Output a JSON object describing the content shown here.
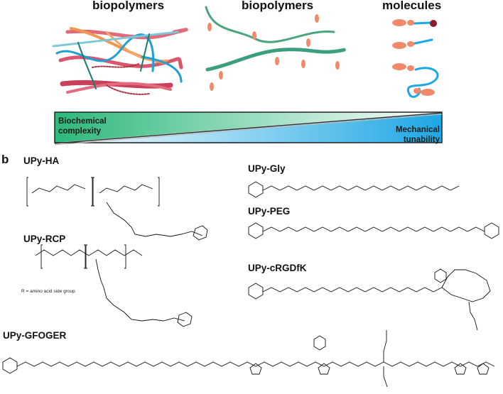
{
  "panel_a": {
    "headers": [
      "biopolymers",
      "biopolymers",
      "molecules"
    ],
    "gradient": {
      "left_label_line1": "Biochemical",
      "left_label_line2": "complexity",
      "right_label_line1": "Mechanical",
      "right_label_line2": "tunability",
      "left_color": "#2db87a",
      "right_color": "#1ea7e4"
    }
  },
  "panel_b": {
    "letter": "b",
    "structures": [
      {
        "name": "UPy-HA"
      },
      {
        "name": "UPy-RCP",
        "note": "R = amino acid side group"
      },
      {
        "name": "UPy-Gly"
      },
      {
        "name": "UPy-PEG"
      },
      {
        "name": "UPy-cRGDfK"
      },
      {
        "name": "UPy-GFOGER"
      }
    ]
  }
}
